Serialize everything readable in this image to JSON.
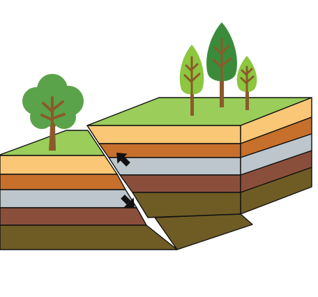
{
  "diagram": {
    "kind": "geologic-fault-block",
    "fault_type": "reverse",
    "arrow_directions": [
      "up",
      "down"
    ],
    "colors": {
      "grass": "#9acd5a",
      "layer_tan": "#f9c775",
      "layer_orange": "#c6702c",
      "layer_gray": "#bcc6cc",
      "layer_brown": "#8a4f3b",
      "layer_olive": "#6f5c25",
      "trunk": "#8b5a2b",
      "leaf_dark": "#3b8c3a",
      "leaf_light": "#8dc63f",
      "arrow": "#111111"
    }
  }
}
